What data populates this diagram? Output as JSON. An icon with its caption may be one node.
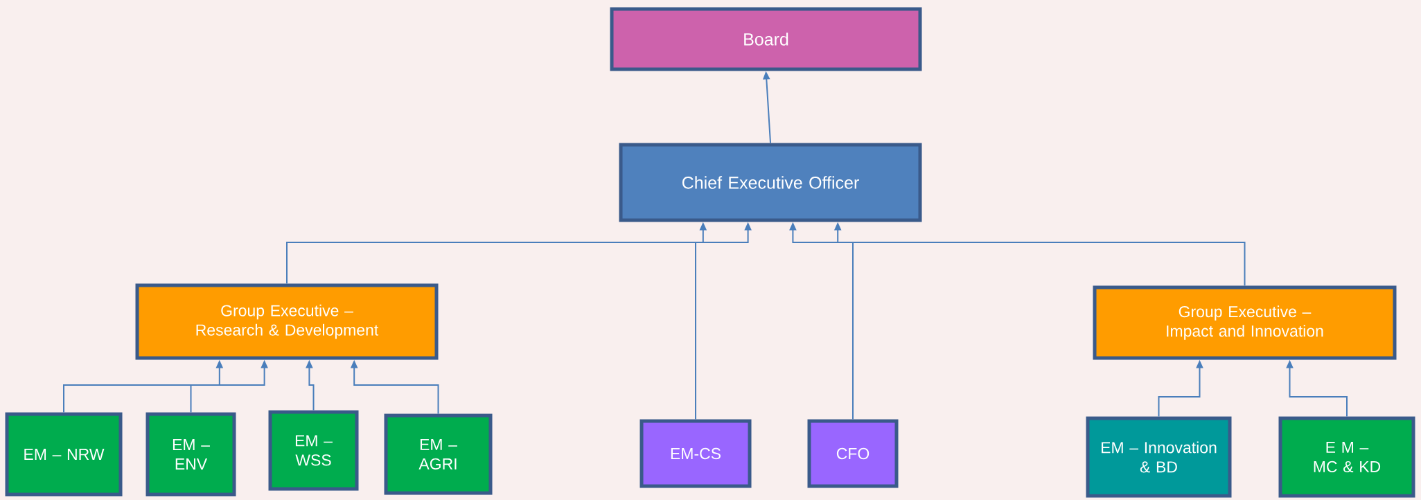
{
  "diagram": {
    "nodes": [
      {
        "text": [
          "Board"
        ]
      },
      {
        "text": [
          "Chief Executive Officer"
        ]
      },
      {
        "text": [
          "Group Executive – Research & Development"
        ]
      },
      {
        "text": [
          "EM – NRW"
        ]
      },
      {
        "text": [
          "EM – ENV"
        ]
      },
      {
        "text": [
          "EM – WSS"
        ]
      },
      {
        "text": [
          "EM – AGRI"
        ]
      },
      {
        "text": [
          "EM-CS"
        ]
      },
      {
        "text": [
          "CFO"
        ]
      },
      {
        "text": [
          "Group Executive – Impact and Innovation"
        ]
      },
      {
        "text": [
          "EM – Innovation & BD"
        ]
      },
      {
        "text": [
          "E M – MC & KD"
        ]
      }
    ],
    "edges": [
      {
        "from": 1,
        "to": 0,
        "arrow": "to"
      },
      {
        "from": 2,
        "to": 1,
        "arrow": "to"
      },
      {
        "from": 7,
        "to": 1,
        "arrow": "to"
      },
      {
        "from": 8,
        "to": 1,
        "arrow": "to"
      },
      {
        "from": 9,
        "to": 1,
        "arrow": "to"
      },
      {
        "from": 3,
        "to": 2,
        "arrow": "to"
      },
      {
        "from": 4,
        "to": 2,
        "arrow": "to"
      },
      {
        "from": 5,
        "to": 2,
        "arrow": "to"
      },
      {
        "from": 6,
        "to": 2,
        "arrow": "to"
      },
      {
        "from": 10,
        "to": 9,
        "arrow": "to"
      },
      {
        "from": 11,
        "to": 9,
        "arrow": "to"
      }
    ]
  }
}
